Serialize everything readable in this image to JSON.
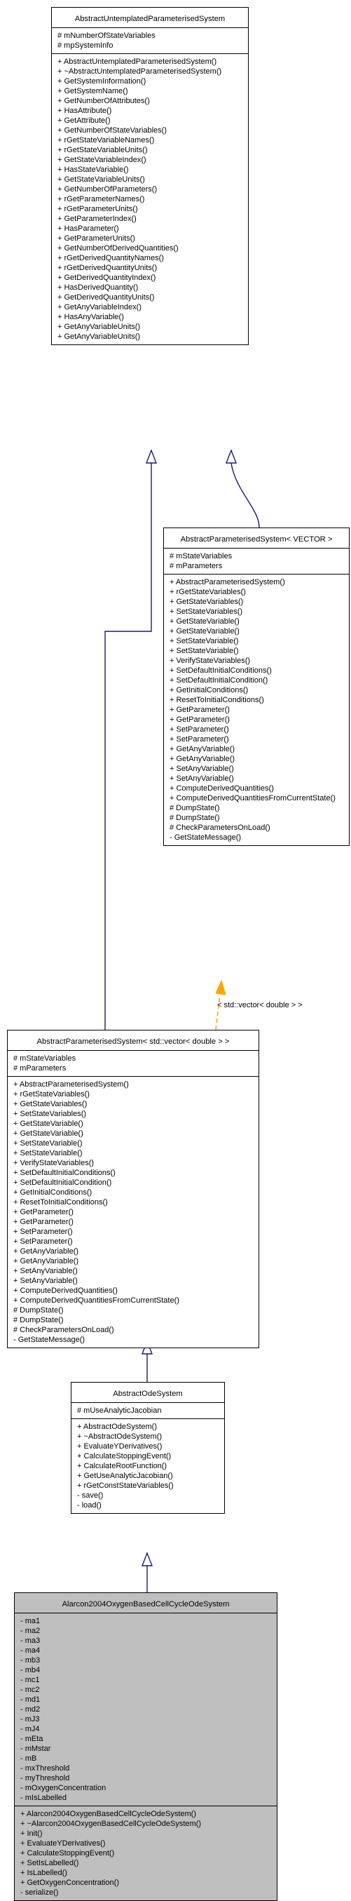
{
  "classes": {
    "abstract_untemplated": {
      "name": "AbstractUntemplatedParameterisedSystem",
      "attributes": [
        "# mNumberOfStateVariables",
        "# mpSystemInfo"
      ],
      "methods": [
        "+ AbstractUntemplatedParameterisedSystem()",
        "+ ~AbstractUntemplatedParameterisedSystem()",
        "+ GetSystemInformation()",
        "+ GetSystemName()",
        "+ GetNumberOfAttributes()",
        "+ HasAttribute()",
        "+ GetAttribute()",
        "+ GetNumberOfStateVariables()",
        "+ rGetStateVariableNames()",
        "+ rGetStateVariableUnits()",
        "+ GetStateVariableIndex()",
        "+ HasStateVariable()",
        "+ GetStateVariableUnits()",
        "+ GetNumberOfParameters()",
        "+ rGetParameterNames()",
        "+ rGetParameterUnits()",
        "+ GetParameterIndex()",
        "+ HasParameter()",
        "+ GetParameterUnits()",
        "+ GetNumberOfDerivedQuantities()",
        "+ rGetDerivedQuantityNames()",
        "+ rGetDerivedQuantityUnits()",
        "+ GetDerivedQuantityIndex()",
        "+ HasDerivedQuantity()",
        "+ GetDerivedQuantityUnits()",
        "+ GetAnyVariableIndex()",
        "+ HasAnyVariable()",
        "+ GetAnyVariableUnits()",
        "+ GetAnyVariableUnits()"
      ]
    },
    "abstract_param_vector_template": {
      "name": "AbstractParameterisedSystem< VECTOR >",
      "attributes": [
        "# mStateVariables",
        "# mParameters"
      ],
      "methods": [
        "+ AbstractParameterisedSystem()",
        "+ rGetStateVariables()",
        "+ GetStateVariables()",
        "+ SetStateVariables()",
        "+ GetStateVariable()",
        "+ GetStateVariable()",
        "+ SetStateVariable()",
        "+ SetStateVariable()",
        "+ VerifyStateVariables()",
        "+ SetDefaultInitialConditions()",
        "+ SetDefaultInitialCondition()",
        "+ GetInitialConditions()",
        "+ ResetToInitialConditions()",
        "+ GetParameter()",
        "+ GetParameter()",
        "+ SetParameter()",
        "+ SetParameter()",
        "+ GetAnyVariable()",
        "+ GetAnyVariable()",
        "+ SetAnyVariable()",
        "+ SetAnyVariable()",
        "+ ComputeDerivedQuantities()",
        "+ ComputeDerivedQuantitiesFromCurrentState()",
        "# DumpState()",
        "# DumpState()",
        "# CheckParametersOnLoad()",
        "- GetStateMessage()"
      ]
    },
    "abstract_param_std_vector": {
      "name": "AbstractParameterisedSystem< std::vector< double > >",
      "attributes": [
        "# mStateVariables",
        "# mParameters"
      ],
      "methods": [
        "+ AbstractParameterisedSystem()",
        "+ rGetStateVariables()",
        "+ GetStateVariables()",
        "+ SetStateVariables()",
        "+ GetStateVariable()",
        "+ GetStateVariable()",
        "+ SetStateVariable()",
        "+ SetStateVariable()",
        "+ VerifyStateVariables()",
        "+ SetDefaultInitialConditions()",
        "+ SetDefaultInitialCondition()",
        "+ GetInitialConditions()",
        "+ ResetToInitialConditions()",
        "+ GetParameter()",
        "+ GetParameter()",
        "+ SetParameter()",
        "+ SetParameter()",
        "+ GetAnyVariable()",
        "+ GetAnyVariable()",
        "+ SetAnyVariable()",
        "+ SetAnyVariable()",
        "+ ComputeDerivedQuantities()",
        "+ ComputeDerivedQuantitiesFromCurrentState()",
        "# DumpState()",
        "# DumpState()",
        "# CheckParametersOnLoad()",
        "- GetStateMessage()"
      ]
    },
    "abstract_ode_system": {
      "name": "AbstractOdeSystem",
      "attributes": [
        "# mUseAnalyticJacobian"
      ],
      "methods": [
        "+ AbstractOdeSystem()",
        "+ ~AbstractOdeSystem()",
        "+ EvaluateYDerivatives()",
        "+ CalculateStoppingEvent()",
        "+ CalculateRootFunction()",
        "+ GetUseAnalyticJacobian()",
        "+ rGetConstStateVariables()",
        "- save()",
        "- load()"
      ]
    },
    "alarcon": {
      "name": "Alarcon2004OxygenBasedCellCycleOdeSystem",
      "attributes": [
        "- ma1",
        "- ma2",
        "- ma3",
        "- ma4",
        "- mb3",
        "- mb4",
        "- mc1",
        "- mc2",
        "- md1",
        "- md2",
        "- mJ3",
        "- mJ4",
        "- mEta",
        "- mMstar",
        "- mB",
        "- mxThreshold",
        "- myThreshold",
        "- mOxygenConcentration",
        "- mIsLabelled"
      ],
      "methods": [
        "+ Alarcon2004OxygenBasedCellCycleOdeSystem()",
        "+ ~Alarcon2004OxygenBasedCellCycleOdeSystem()",
        "+ Init()",
        "+ EvaluateYDerivatives()",
        "+ CalculateStoppingEvent()",
        "+ SetIsLabelled()",
        "+ IsLabelled()",
        "+ GetOxygenConcentration()",
        "- serialize()"
      ]
    }
  },
  "edges": {
    "template_binding_label": "< std::vector< double > >"
  },
  "colors": {
    "inheritance_edge": "#191970",
    "template_edge": "#ffa500",
    "highlight_box": "#bfbfbf"
  }
}
